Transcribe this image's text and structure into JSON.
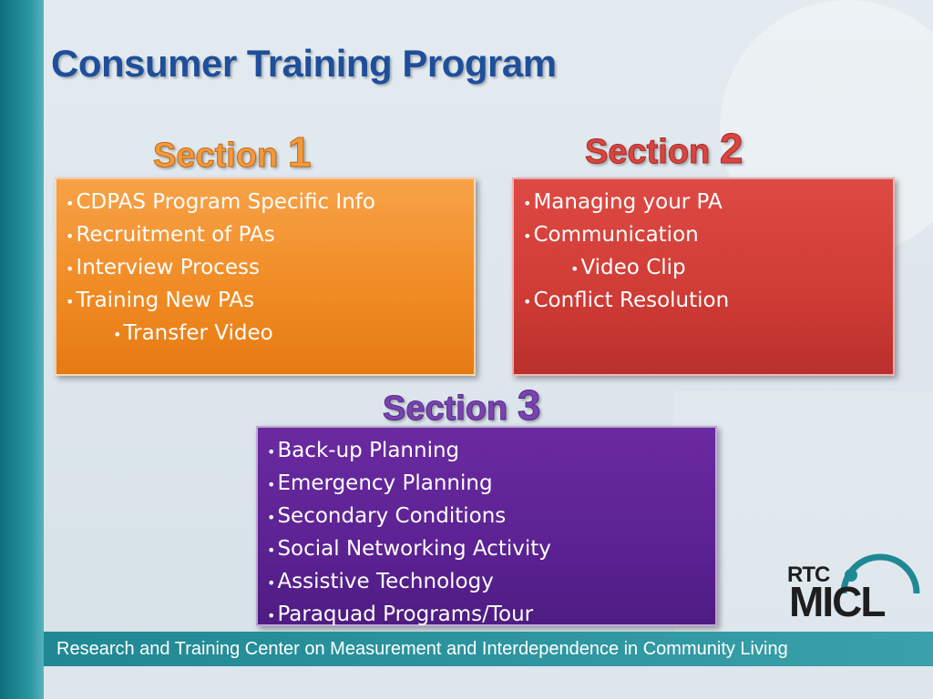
{
  "slide": {
    "title": "Consumer Training Program",
    "sections": [
      {
        "heading": "Section",
        "number": "1",
        "color": "#f08a22",
        "items": [
          {
            "text": "CDPAS Program Specific Info",
            "level": 1
          },
          {
            "text": "Recruitment of PAs",
            "level": 1
          },
          {
            "text": "Interview Process",
            "level": 1
          },
          {
            "text": "Training New PAs",
            "level": 1
          },
          {
            "text": "Transfer Video",
            "level": 2
          }
        ]
      },
      {
        "heading": "Section",
        "number": "2",
        "color": "#cf3b35",
        "items": [
          {
            "text": "Managing your PA",
            "level": 1
          },
          {
            "text": "Communication",
            "level": 1
          },
          {
            "text": "Video Clip",
            "level": 2
          },
          {
            "text": "Conflict Resolution",
            "level": 1
          }
        ]
      },
      {
        "heading": "Section",
        "number": "3",
        "color": "#5c2293",
        "items": [
          {
            "text": "Back-up Planning",
            "level": 1
          },
          {
            "text": "Emergency Planning",
            "level": 1
          },
          {
            "text": "Secondary Conditions",
            "level": 1
          },
          {
            "text": "Social Networking Activity",
            "level": 1
          },
          {
            "text": "Assistive Technology",
            "level": 1
          },
          {
            "text": "Paraquad Programs/Tour",
            "level": 1
          }
        ]
      }
    ],
    "footer": "Research and Training Center on Measurement and Interdependence in Community Living",
    "logo": {
      "top": "RTC",
      "main": "MICL",
      "accent": "#1f8893"
    },
    "colors": {
      "title": "#1f4f9a",
      "left_bar": "#1f8893",
      "footer_bar": "#2a96a3"
    }
  }
}
